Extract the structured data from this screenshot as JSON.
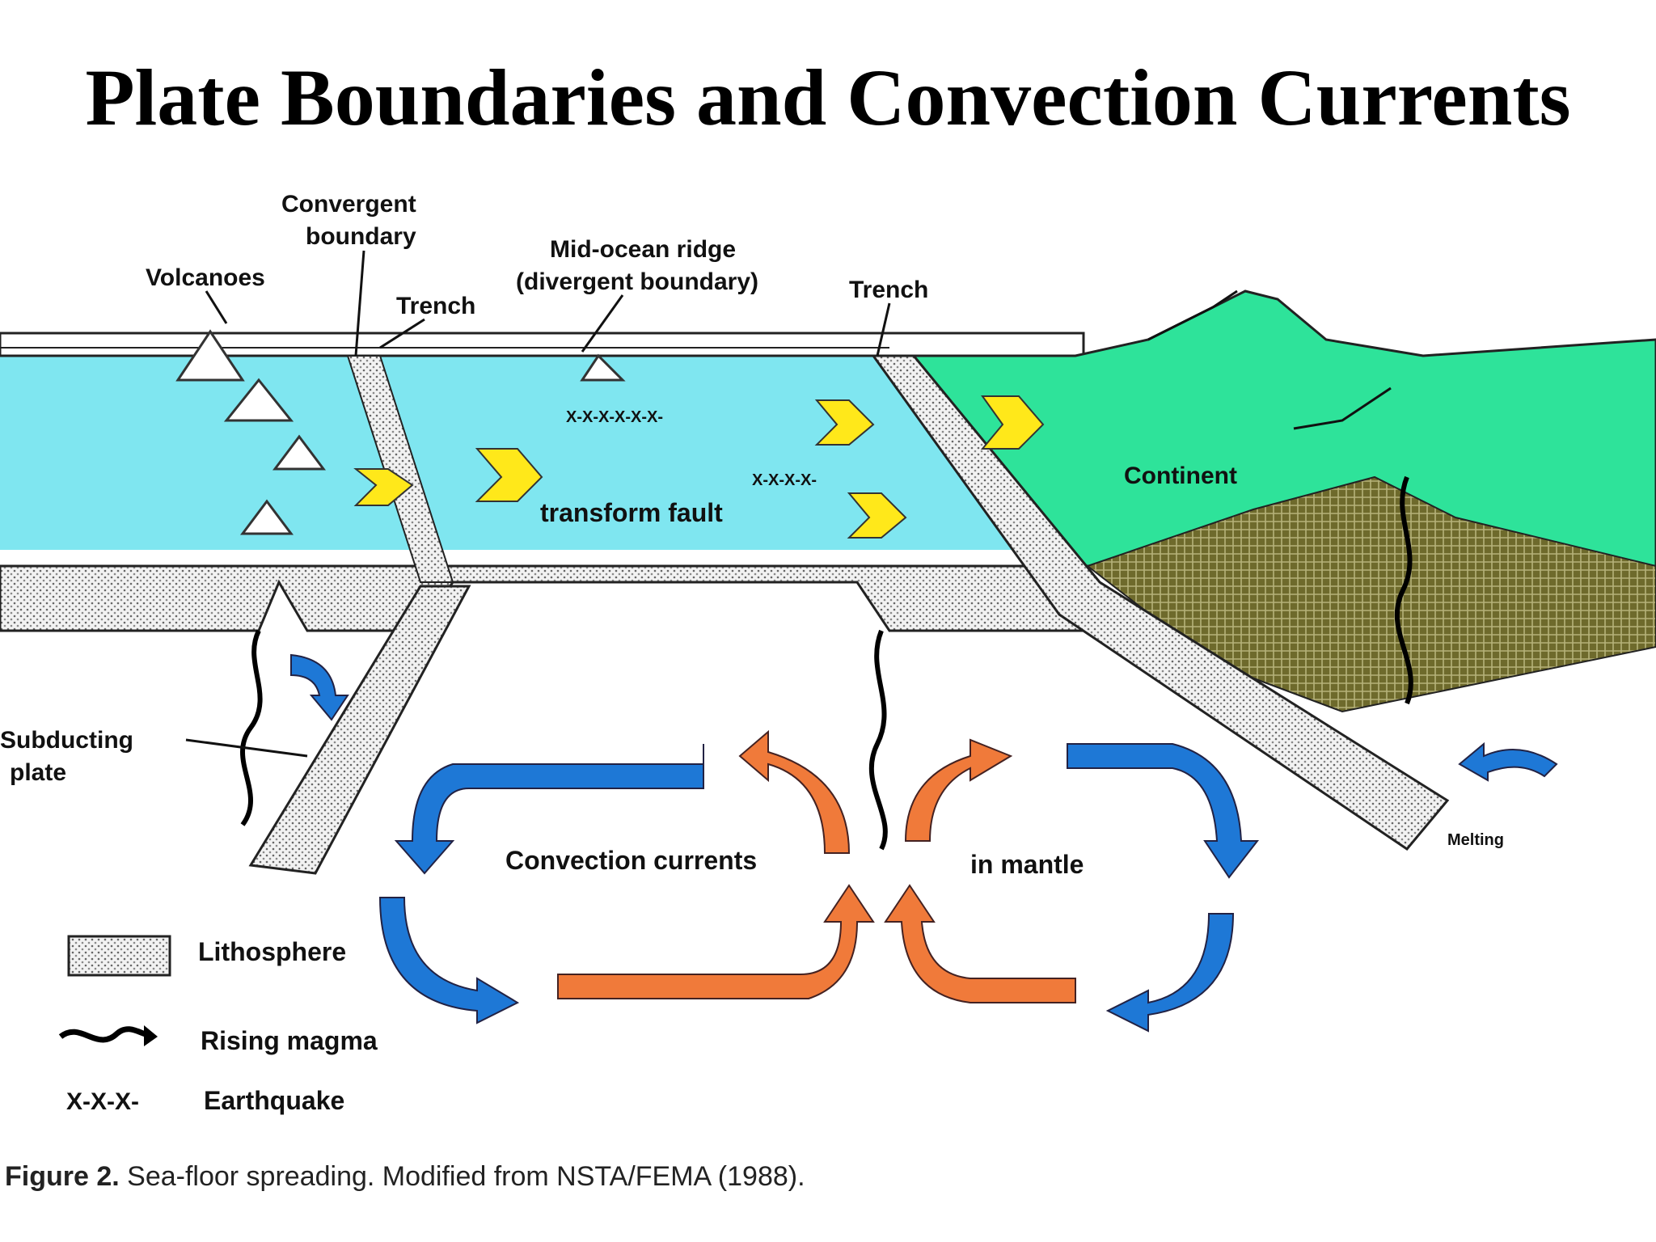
{
  "title": "Plate Boundaries and Convection Currents",
  "labels": {
    "convergent": [
      "Convergent",
      "boundary"
    ],
    "volcanoes": "Volcanoes",
    "trench_left": "Trench",
    "mid_ocean": [
      "Mid-ocean ridge",
      "(divergent boundary)"
    ],
    "trench_right": "Trench",
    "continent": "Continent",
    "transform": "transform fault",
    "subducting": [
      "Subducting",
      "plate"
    ],
    "convection": "Convection currents",
    "mantle": "in mantle",
    "melting": "Melting",
    "quake_marks_1": "X-X-X-X-X-X-",
    "quake_marks_2": "X-X-X-X-"
  },
  "legend": {
    "lithosphere": "Lithosphere",
    "magma": "Rising magma",
    "quake_symbol": "X-X-X-",
    "earthquake": "Earthquake"
  },
  "caption": {
    "bold": "Figure 2.",
    "text": " Sea-floor spreading. Modified from NSTA/FEMA (1988)."
  },
  "colors": {
    "ocean": "#7fe6f0",
    "continent": "#2ee39a",
    "lithosphere_root": "#6e6a2c",
    "rising_current": "#f07a3a",
    "sinking_current": "#1e78d6",
    "plate_arrow": "#ffe81a"
  }
}
